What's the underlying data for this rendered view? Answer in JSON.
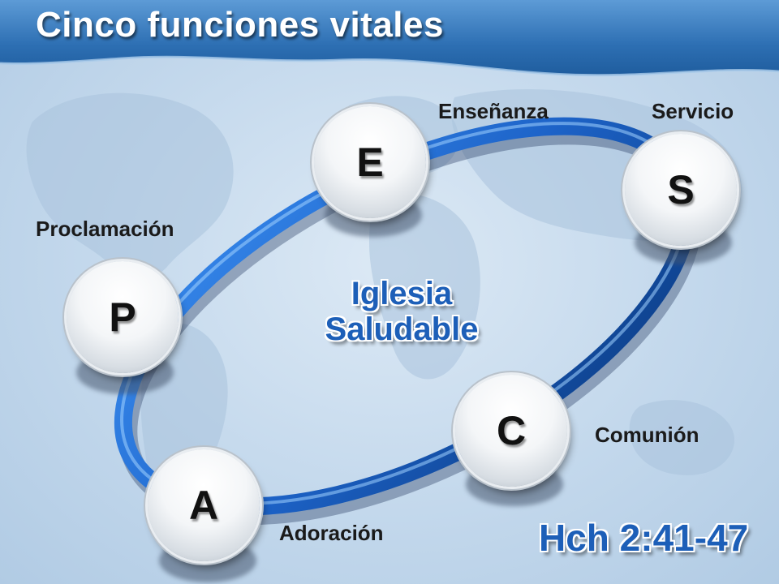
{
  "slide": {
    "title": "Cinco funciones vitales",
    "center_text_line1": "Iglesia",
    "center_text_line2": "Saludable",
    "reference": "Hch 2:41-47"
  },
  "nodes": [
    {
      "id": "E",
      "letter": "E",
      "label": "Enseñanza"
    },
    {
      "id": "S",
      "letter": "S",
      "label": "Servicio"
    },
    {
      "id": "P",
      "letter": "P",
      "label": "Proclamación"
    },
    {
      "id": "C",
      "letter": "C",
      "label": "Comunión"
    },
    {
      "id": "A",
      "letter": "A",
      "label": "Adoración"
    }
  ],
  "colors": {
    "header_blue": "#2d6fb3",
    "ring_dark": "#0d3f8a",
    "ring_light": "#2c7be0",
    "text_blue": "#1d5fb8",
    "background": "#c9dcee"
  }
}
